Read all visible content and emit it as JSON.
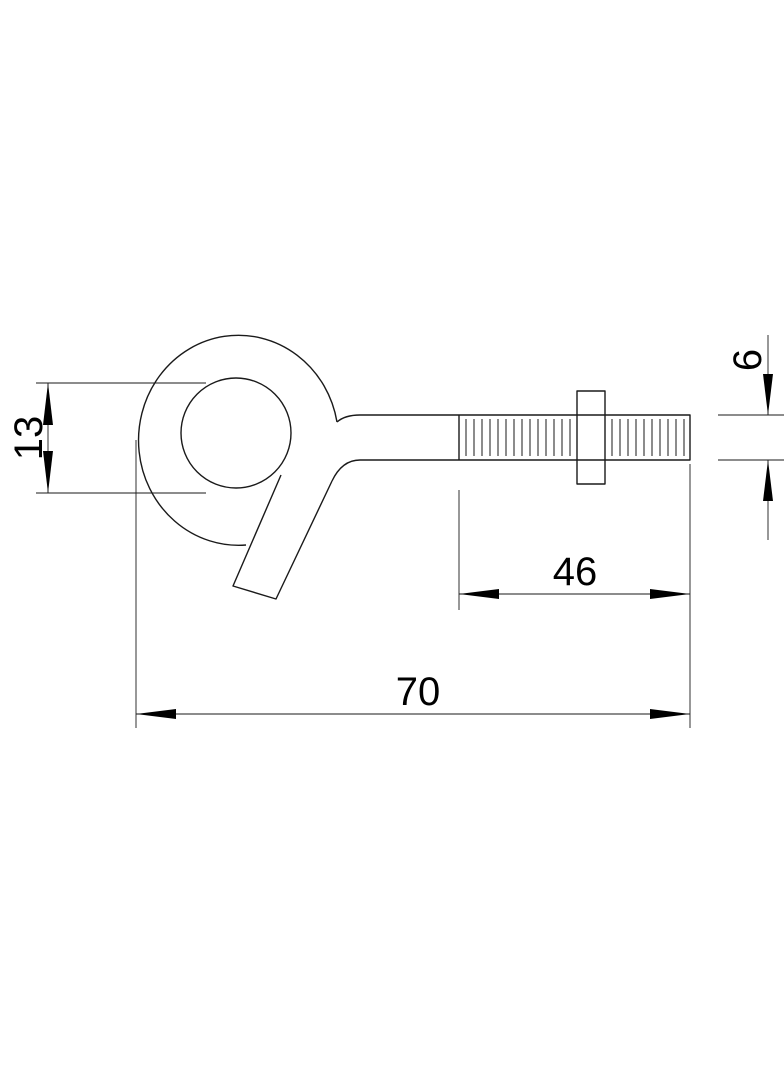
{
  "drawing": {
    "line_color": "#1a1a1a",
    "background": "#ffffff",
    "dimensions": {
      "overall_length": "70",
      "thread_length": "46",
      "eye_inner_diameter": "13",
      "thread_diameter": "6"
    }
  }
}
